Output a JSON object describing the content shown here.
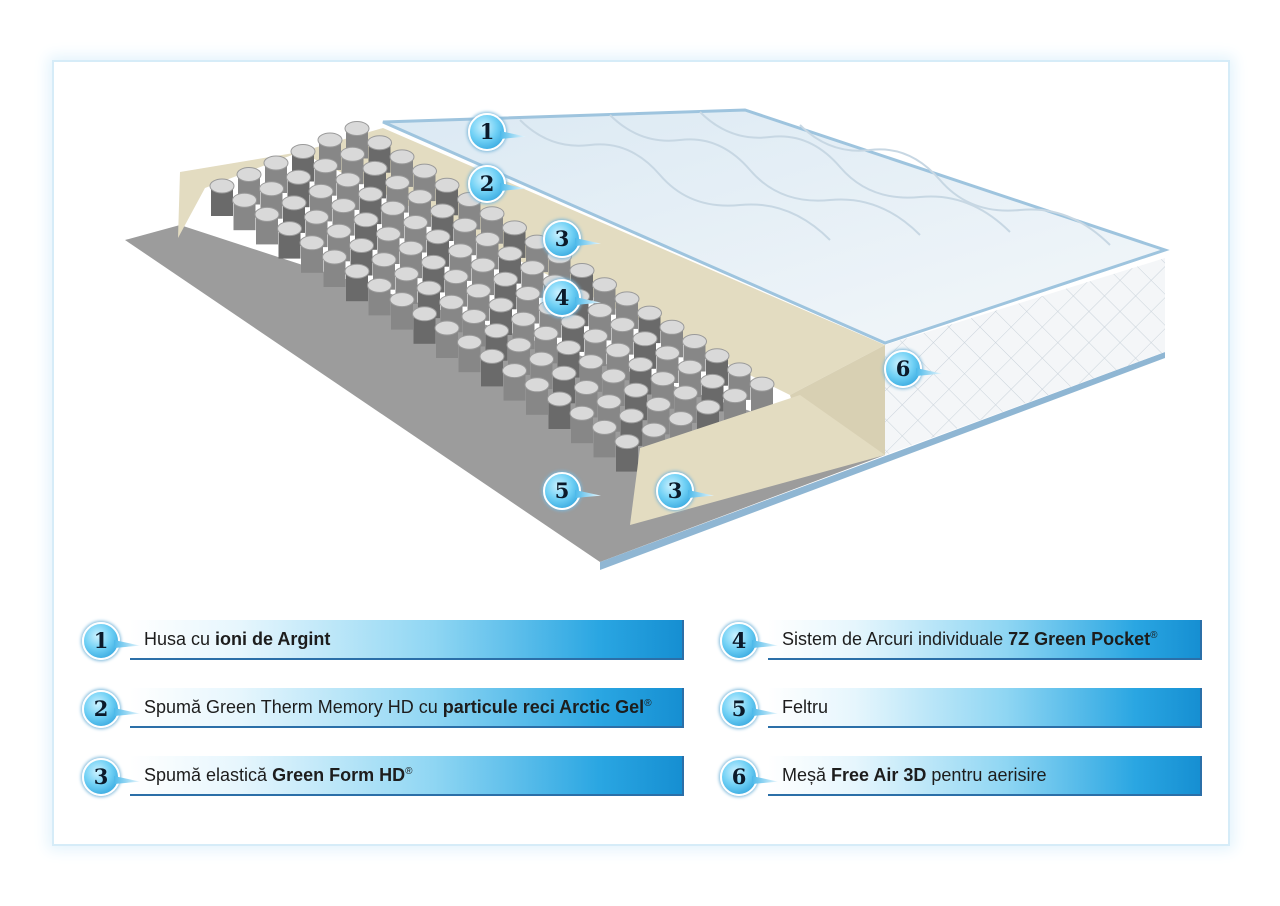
{
  "diagram": {
    "callouts": [
      {
        "number": "1",
        "target": "top-cover"
      },
      {
        "number": "2",
        "target": "memory-foam"
      },
      {
        "number": "3",
        "target": "elastic-foam-top"
      },
      {
        "number": "4",
        "target": "pocket-springs"
      },
      {
        "number": "5",
        "target": "felt"
      },
      {
        "number": "3",
        "target": "elastic-foam-side"
      },
      {
        "number": "6",
        "target": "3d-mesh-side"
      }
    ]
  },
  "legend": [
    {
      "number": "1",
      "text": "Husa cu ",
      "bold": "ioni de Argint",
      "mark": "",
      "after": ""
    },
    {
      "number": "2",
      "text": "Spumă Green Therm Memory HD cu ",
      "bold": "particule reci Arctic Gel",
      "mark": "®",
      "after": ""
    },
    {
      "number": "3",
      "text": "Spumă elastică ",
      "bold": "Green Form HD",
      "mark": "®",
      "after": ""
    },
    {
      "number": "4",
      "text": "Sistem de Arcuri individuale ",
      "bold": "7Z Green Pocket",
      "mark": "®",
      "after": ""
    },
    {
      "number": "5",
      "text": "Feltru",
      "bold": "",
      "mark": "",
      "after": ""
    },
    {
      "number": "6",
      "text": "Meșă ",
      "bold": "Free Air 3D",
      "mark": "",
      "after": " pentru aerisire"
    }
  ],
  "colors": {
    "accent": "#1c95d4",
    "foam": "#e3dcc1",
    "felt": "#9a9a9a",
    "cover": "#e9f2f8"
  }
}
